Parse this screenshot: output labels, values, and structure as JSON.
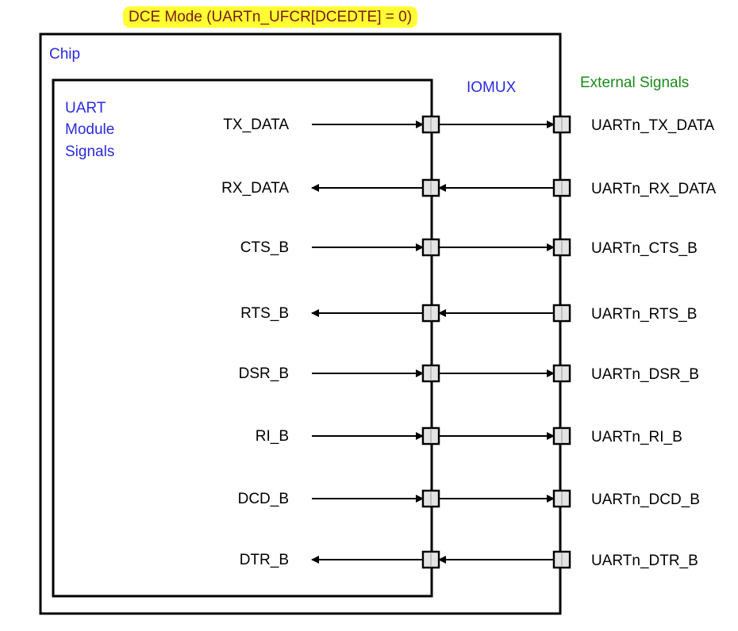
{
  "title": "DCE Mode (UARTn_UFCR[DCEDTE] = 0)",
  "labels": {
    "chip": "Chip",
    "iomux": "IOMUX",
    "external": "External Signals",
    "uart_module": [
      "UART",
      "Module",
      "Signals"
    ]
  },
  "colors": {
    "title_bg": "#ffff33",
    "title_text": "#7a1a1a",
    "chip_label": "#2a2adf",
    "external_label": "#1a8a1a",
    "line": "#000000"
  },
  "signals": [
    {
      "internal": "TX_DATA",
      "external": "UARTn_TX_DATA",
      "direction": "out"
    },
    {
      "internal": "RX_DATA",
      "external": "UARTn_RX_DATA",
      "direction": "in"
    },
    {
      "internal": "CTS_B",
      "external": "UARTn_CTS_B",
      "direction": "out"
    },
    {
      "internal": "RTS_B",
      "external": "UARTn_RTS_B",
      "direction": "in"
    },
    {
      "internal": "DSR_B",
      "external": "UARTn_DSR_B",
      "direction": "out"
    },
    {
      "internal": "RI_B",
      "external": "UARTn_RI_B",
      "direction": "out"
    },
    {
      "internal": "DCD_B",
      "external": "UARTn_DCD_B",
      "direction": "out"
    },
    {
      "internal": "DTR_B",
      "external": "UARTn_DTR_B",
      "direction": "in"
    }
  ]
}
